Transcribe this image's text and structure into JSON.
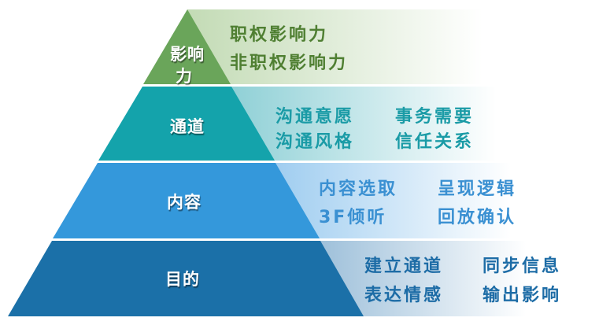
{
  "colors": {
    "influence": "#6aa55a",
    "channel": "#14a3ab",
    "content": "#3498db",
    "purpose": "#1b70a8"
  },
  "layers": [
    {
      "label_line1": "影响",
      "label_line2": "力",
      "items": [
        "职权影响力",
        "非职权影响力"
      ]
    },
    {
      "label": "通道",
      "items": [
        "沟通意愿",
        "事务需要",
        "沟通风格",
        "信任关系"
      ]
    },
    {
      "label": "内容",
      "items": [
        "内容选取",
        "呈现逻辑",
        "3F倾听",
        "回放确认"
      ]
    },
    {
      "label": "目的",
      "items": [
        "建立通道",
        "同步信息",
        "表达情感",
        "输出影响"
      ]
    }
  ]
}
